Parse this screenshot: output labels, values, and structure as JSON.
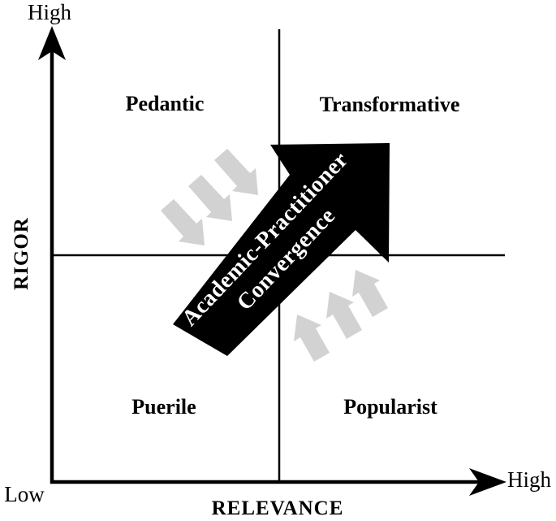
{
  "axes": {
    "y_label": "RIGOR",
    "x_label": "RELEVANCE",
    "y_high_label": "High",
    "x_high_label": "High",
    "origin_low_label": "Low"
  },
  "quadrants": {
    "top_left": "Pedantic",
    "top_right": "Transformative",
    "bottom_left": "Puerile",
    "bottom_right": "Popularist"
  },
  "convergence_arrow": {
    "line1": "Academic-Practitioner",
    "line2": "Convergence"
  },
  "colors": {
    "ink": "#000000",
    "gray_arrow": "#d2d2d2",
    "background": "#ffffff"
  }
}
